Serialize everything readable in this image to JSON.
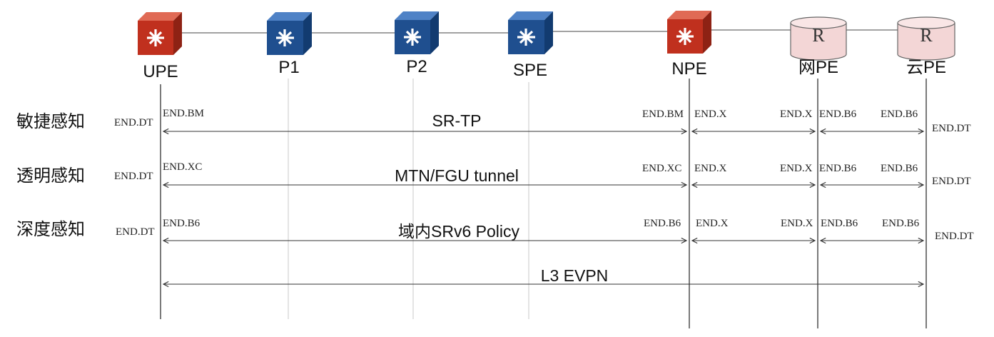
{
  "nodes": [
    {
      "label": "UPE",
      "kind": "router-red"
    },
    {
      "label": "P1",
      "kind": "router-blue"
    },
    {
      "label": "P2",
      "kind": "router-blue"
    },
    {
      "label": "SPE",
      "kind": "router-blue"
    },
    {
      "label": "NPE",
      "kind": "router-red"
    },
    {
      "label": "网PE",
      "kind": "cylinder",
      "icon_text": "R"
    },
    {
      "label": "云PE",
      "kind": "cylinder",
      "icon_text": "R"
    }
  ],
  "rows": [
    {
      "label": "敏捷感知",
      "tunnel": "SR-TP",
      "sid_left_outer": "END.DT",
      "sid_left": "END.BM",
      "sid_npe_left": "END.BM",
      "sid_npe_right": "END.X",
      "sid_wang_left": "END.X",
      "sid_wang_right": "END.B6",
      "sid_yun_left": "END.B6",
      "sid_right_outer": "END.DT"
    },
    {
      "label": "透明感知",
      "tunnel": "MTN/FGU tunnel",
      "sid_left_outer": "END.DT",
      "sid_left": "END.XC",
      "sid_npe_left": "END.XC",
      "sid_npe_right": "END.X",
      "sid_wang_left": "END.X",
      "sid_wang_right": "END.B6",
      "sid_yun_left": "END.B6",
      "sid_right_outer": "END.DT"
    },
    {
      "label": "深度感知",
      "tunnel": "域内SRv6 Policy",
      "sid_left_outer": "END.DT",
      "sid_left": "END.B6",
      "sid_npe_left": "END.B6",
      "sid_npe_right": "END.X",
      "sid_wang_left": "END.X",
      "sid_wang_right": "END.B6",
      "sid_yun_left": "END.B6",
      "sid_right_outer": "END.DT"
    }
  ],
  "evpn": {
    "label": "L3 EVPN"
  },
  "colors": {
    "router_red": "#c0301e",
    "router_blue": "#1f4f8f",
    "cylinder_fill": "#f3d6d6",
    "line": "#333333",
    "grid_dark": "#222222",
    "grid_light": "#c8c8c8"
  }
}
